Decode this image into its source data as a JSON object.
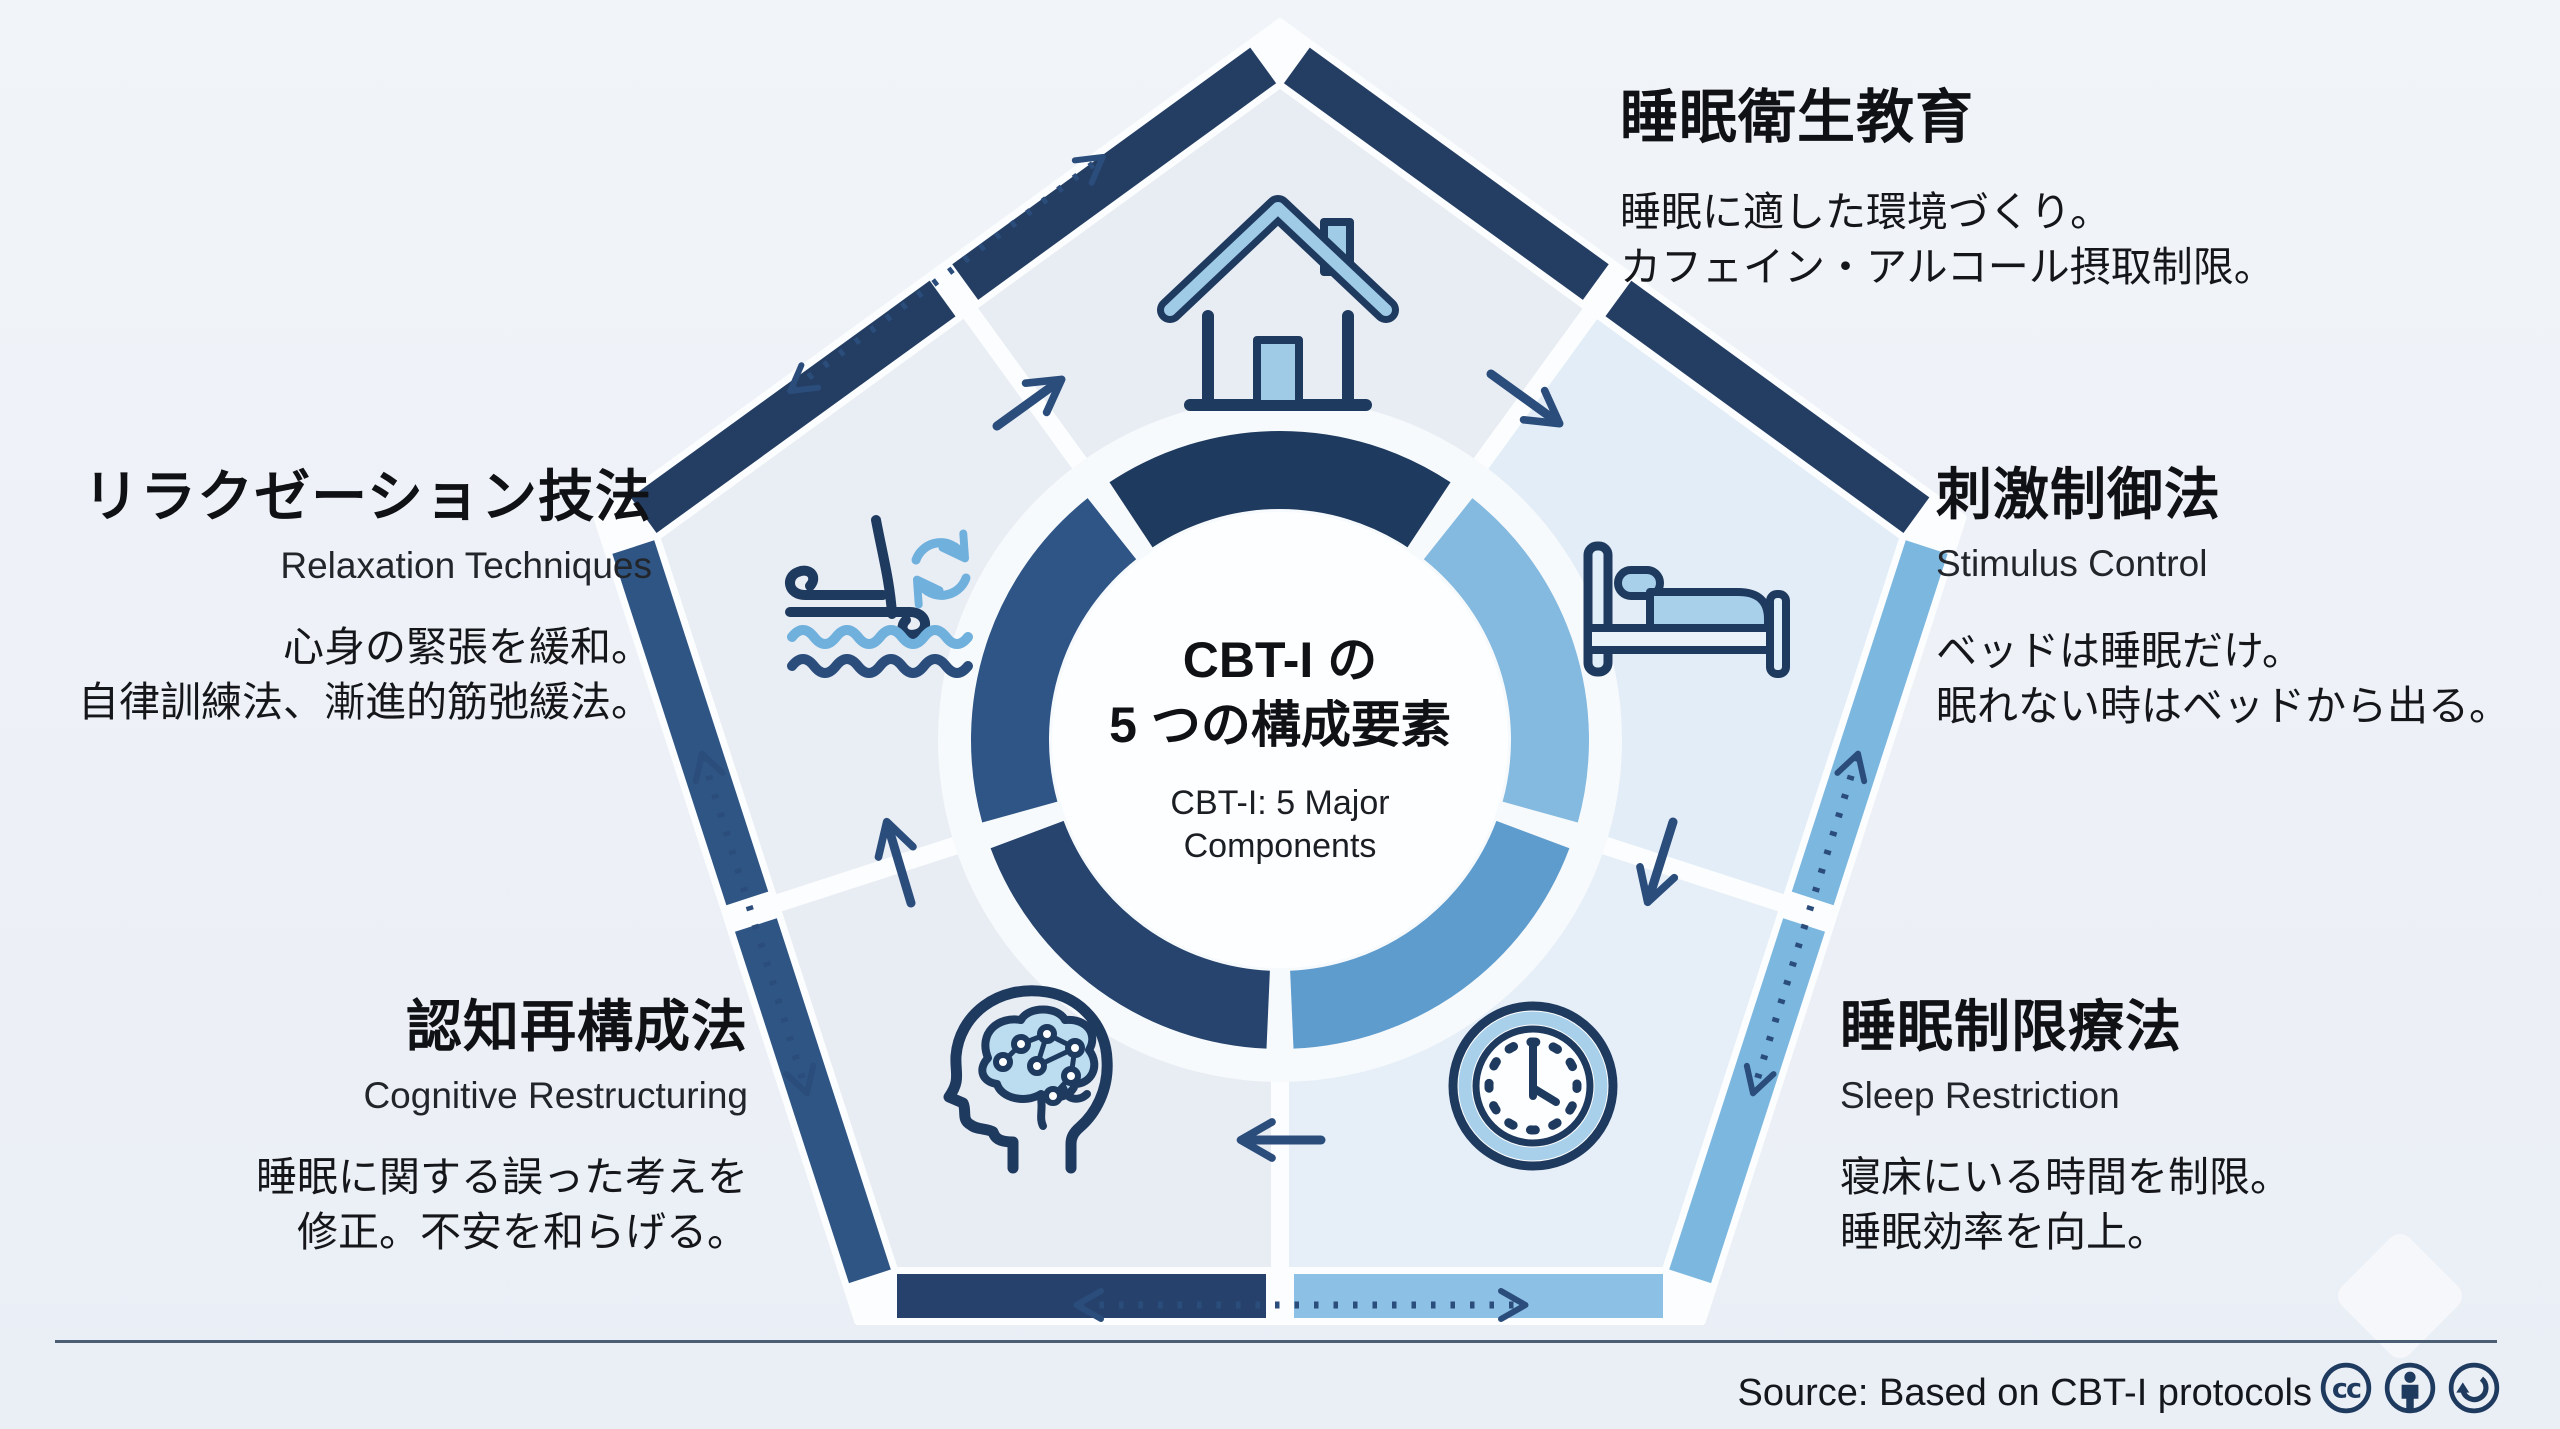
{
  "center": {
    "title_line1": "CBT-I の",
    "title_line2": "5 つの構成要素",
    "subtitle_line1": "CBT-I: 5 Major",
    "subtitle_line2": "Components"
  },
  "sections": {
    "sleep_hygiene": {
      "title": "睡眠衛生教育",
      "body_line1": "睡眠に適した環境づくり。",
      "body_line2": "カフェイン・アルコール摂取制限。"
    },
    "stimulus_control": {
      "title": "刺激制御法",
      "subtitle": "Stimulus Control",
      "body_line1": "ベッドは睡眠だけ。",
      "body_line2": "眠れない時はベッドから出る。"
    },
    "sleep_restriction": {
      "title": "睡眠制限療法",
      "subtitle": "Sleep Restriction",
      "body_line1": "寝床にいる時間を制限。",
      "body_line2": "睡眠効率を向上。"
    },
    "cognitive_restructuring": {
      "title": "認知再構成法",
      "subtitle": "Cognitive Restructuring",
      "body_line1": "睡眠に関する誤った考えを",
      "body_line2": "修正。不安を和らげる。"
    },
    "relaxation": {
      "title": "リラクゼーション技法",
      "subtitle": "Relaxation Techniques",
      "body_line1": "心身の緊張を緩和。",
      "body_line2": "自律訓練法、漸進的筋弛緩法。"
    }
  },
  "footer": {
    "source": "Source: Based on CBT-I protocols",
    "cc_text": "cc"
  },
  "icons": [
    "house-icon",
    "bed-icon",
    "clock-icon",
    "brain-head-icon",
    "wind-relaxation-icon",
    "cc-icon",
    "cc-by-person-icon",
    "cc-sa-icon"
  ],
  "colors": {
    "dark_navy": "#1f3a5f",
    "border_navy": "#243e63",
    "medium_navy": "#2e5586",
    "medium_blue": "#5f9cce",
    "light_blue": "#7cb7e0",
    "icon_light_fill": "#a9d0ea",
    "arrow_navy": "#2b4d7c",
    "background": "#edf1f7"
  }
}
